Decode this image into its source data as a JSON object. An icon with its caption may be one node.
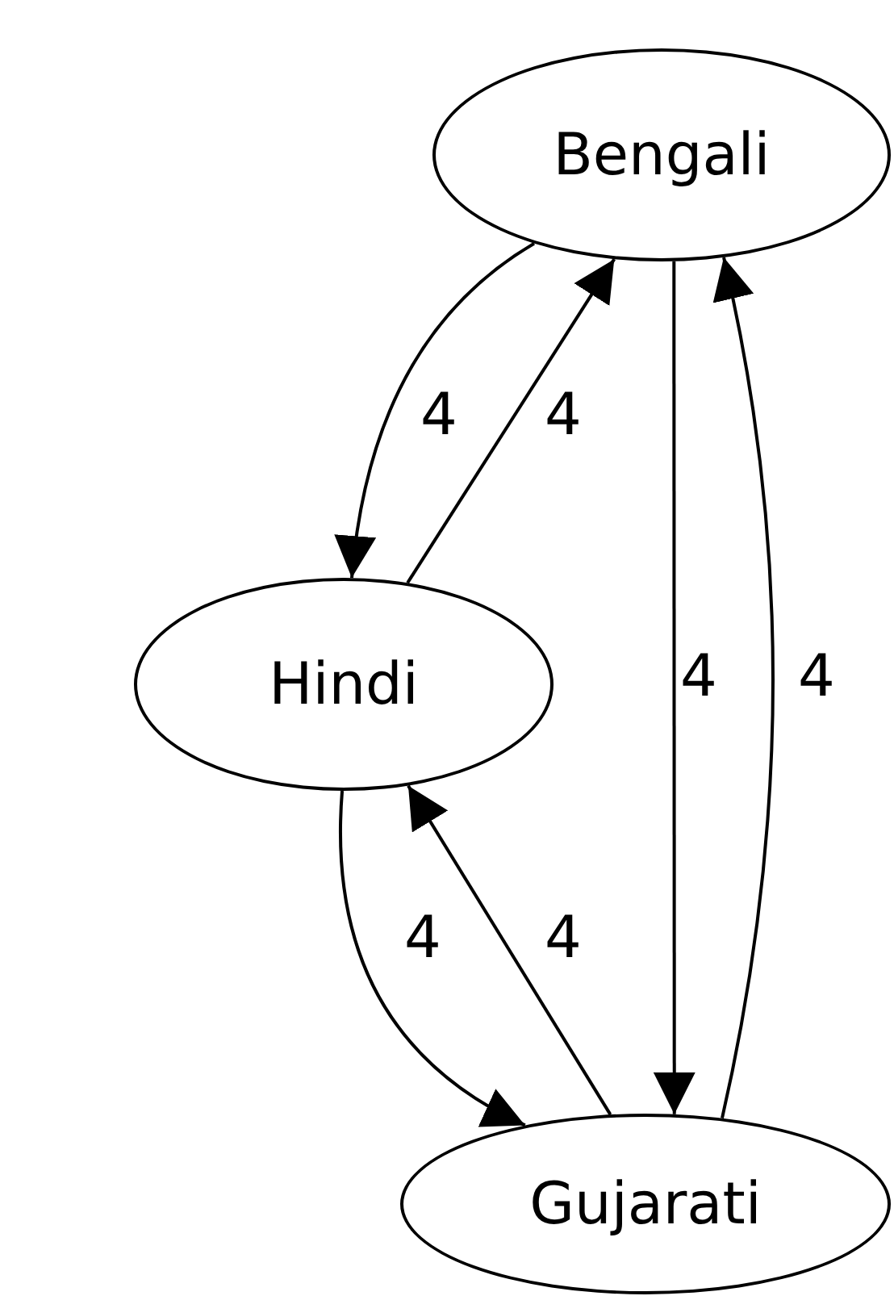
{
  "diagram": {
    "nodes": [
      {
        "text": [
          "Bengali"
        ]
      },
      {
        "text": [
          "Hindi"
        ]
      },
      {
        "text": [
          "Gujarati"
        ]
      }
    ],
    "edges": [
      {
        "from": 0,
        "to": 1,
        "arrow": "to",
        "label": "4"
      },
      {
        "from": 1,
        "to": 0,
        "arrow": "to",
        "label": "4"
      },
      {
        "from": 0,
        "to": 2,
        "arrow": "to",
        "label": "4"
      },
      {
        "from": 2,
        "to": 0,
        "arrow": "to",
        "label": "4"
      },
      {
        "from": 1,
        "to": 2,
        "arrow": "to",
        "label": "4"
      },
      {
        "from": 2,
        "to": 1,
        "arrow": "to",
        "label": "4"
      }
    ]
  }
}
